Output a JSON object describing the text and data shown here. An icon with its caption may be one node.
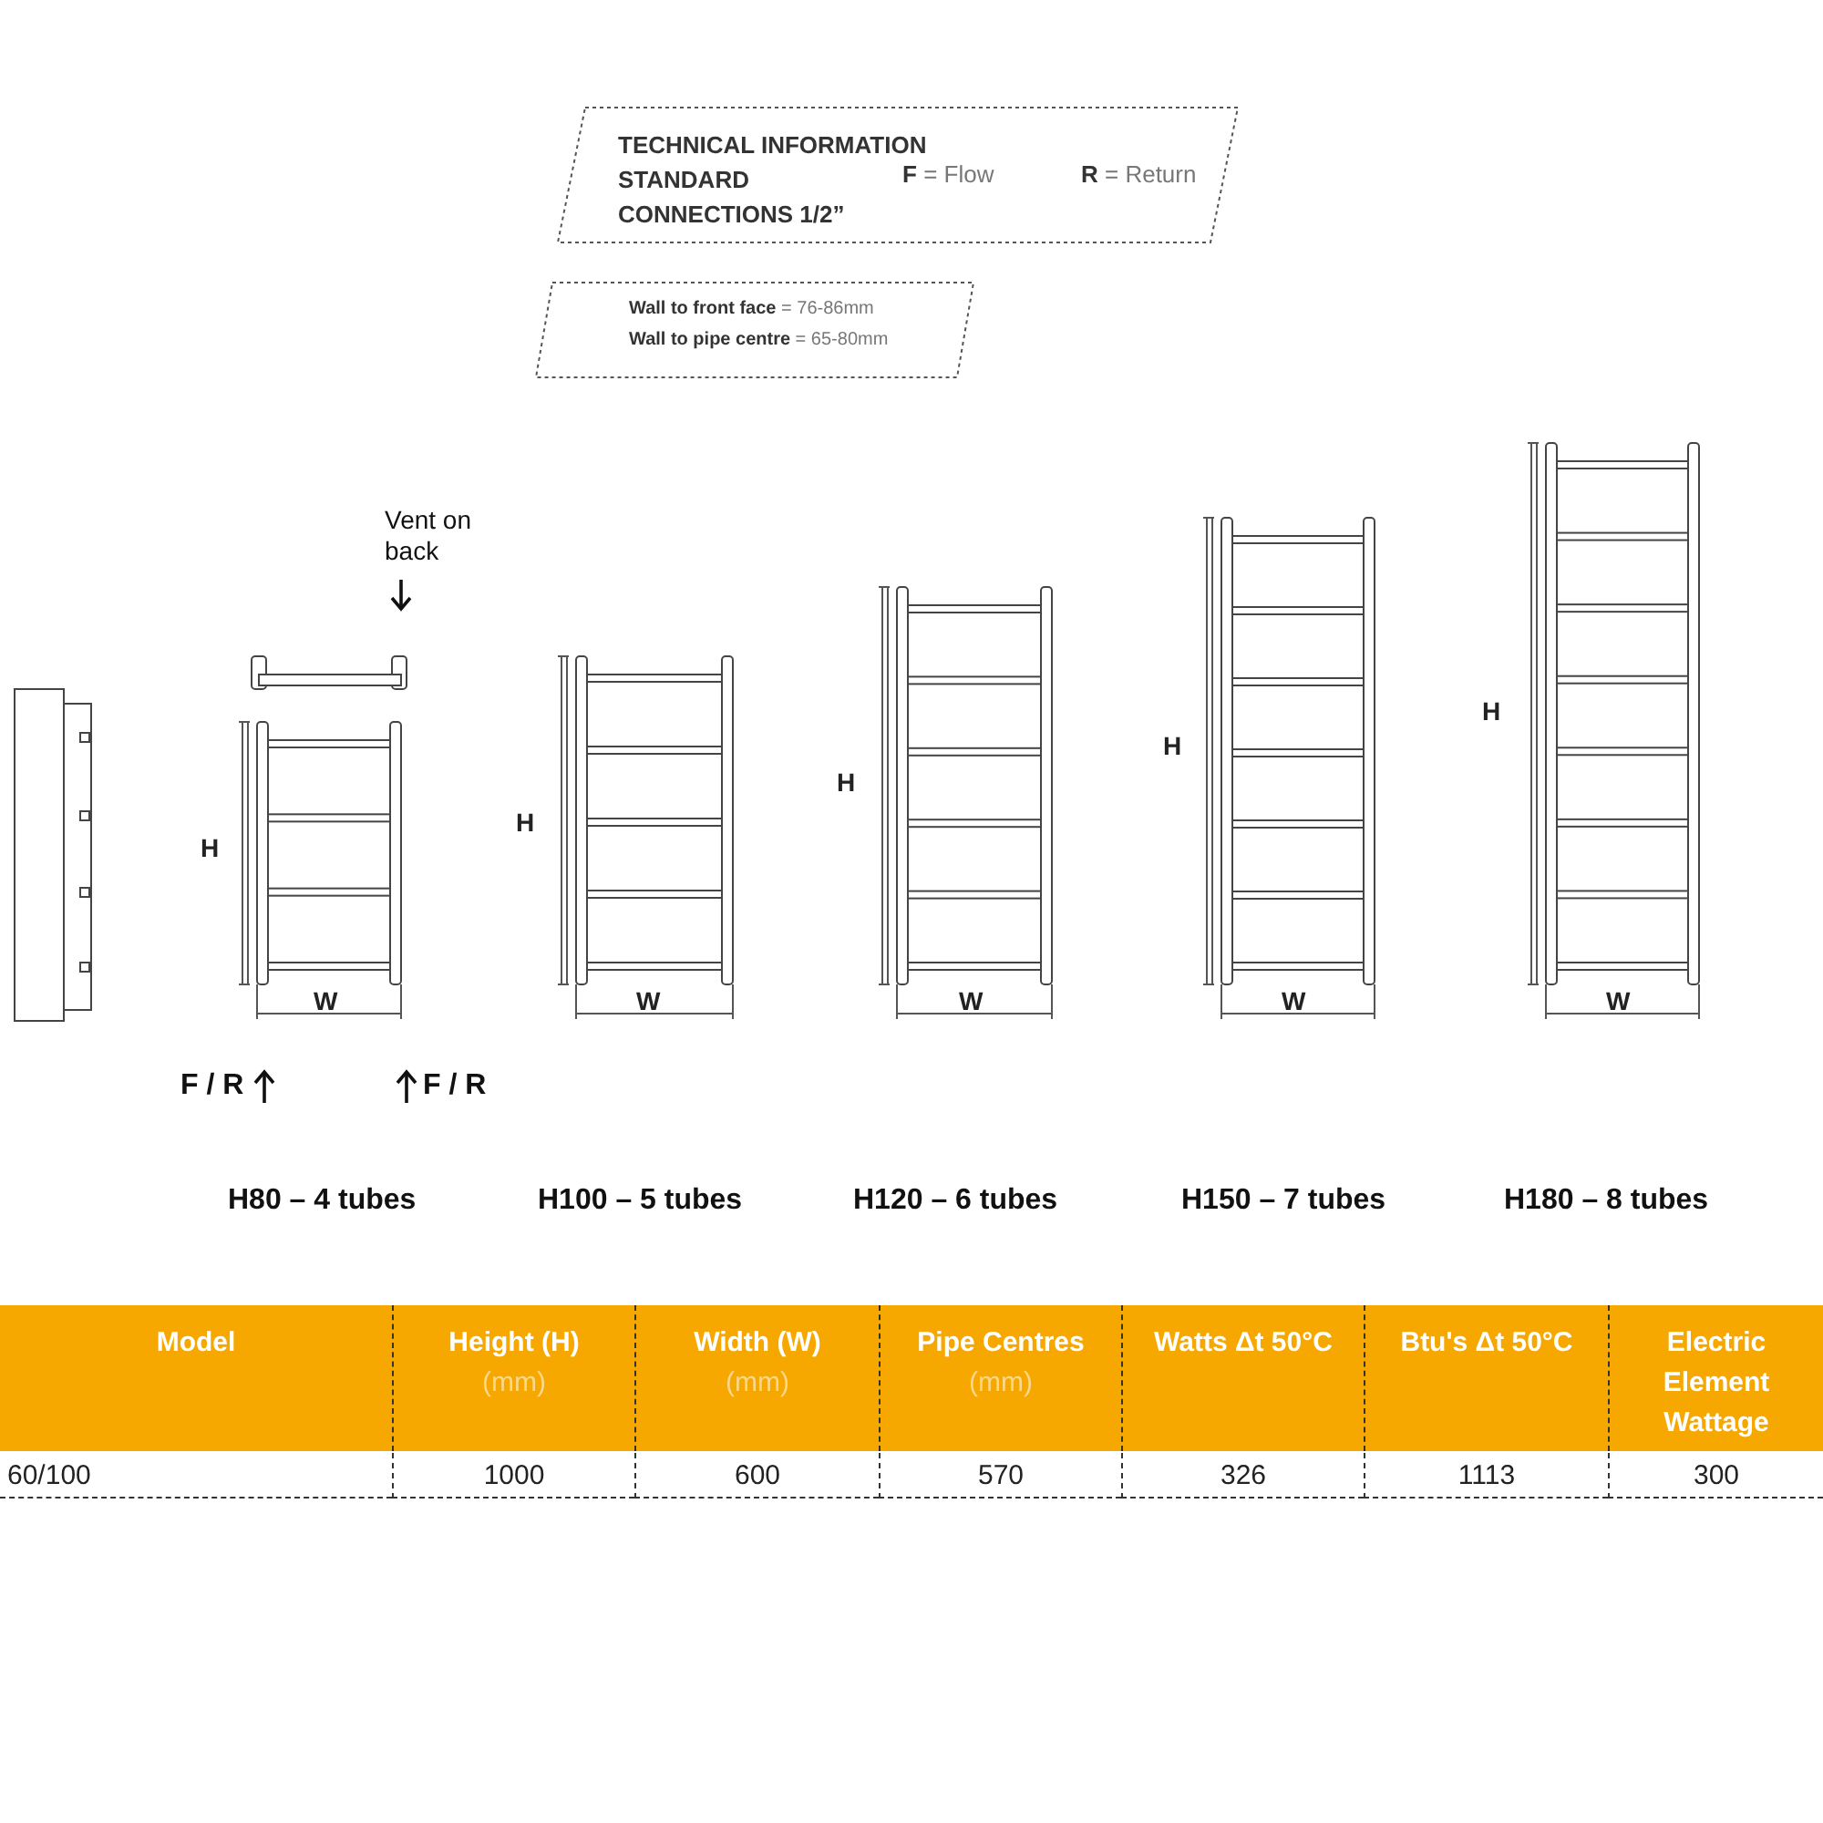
{
  "diagram": {
    "nodes": [
      {
        "text": [
          "TECHNICAL INFORMATION STANDARD CONNECTIONS 1/2”",
          "**F** = Flow",
          "**R** = Return"
        ]
      },
      {
        "text": [
          "**Wall to front face** = 76-86mm",
          "**Wall to pipe centre** = 65-80mm"
        ]
      }
    ],
    "edges": [],
    "labels": [
      "Vent on back",
      "H",
      "W",
      "H",
      "W",
      "H",
      "W",
      "H",
      "W",
      "H",
      "W",
      "F / R",
      "F / R",
      "H80 – 4 tubes",
      "H100 – 5 tubes",
      "H120 – 6 tubes",
      "H150 – 7 tubes",
      "H180 – 8 tubes",
      "Model",
      "Height (H)",
      "(mm)",
      "Width (W)",
      "(mm)",
      "Pipe Centres",
      "(mm)",
      "Watts Δt 50°C",
      "Btu's Δt 50°C",
      "Electric Element Wattage",
      "60/100",
      "1000",
      "600",
      "570",
      "326",
      "1113",
      "300"
    ]
  }
}
